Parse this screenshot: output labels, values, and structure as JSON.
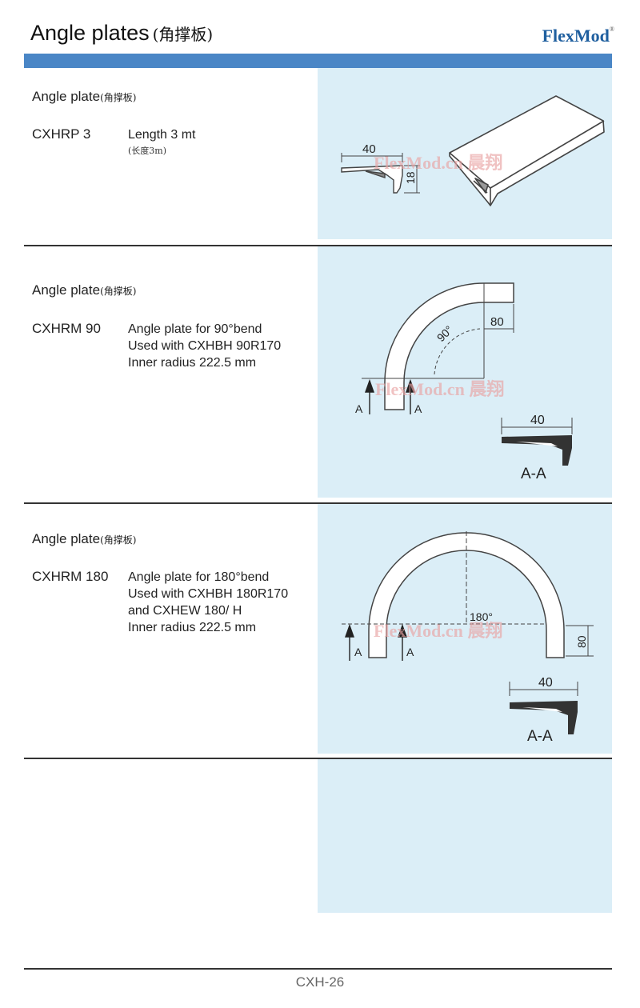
{
  "header": {
    "title": "Angle plates",
    "title_cn": "(角撑板)",
    "brand": "FlexMod",
    "brand_mark": "®",
    "bar_color": "#4a86c6"
  },
  "watermark": "FlexMod.cn 晨翔",
  "sections": [
    {
      "title": "Angle plate",
      "title_cn": "(角撑板)",
      "code": "CXHRP 3",
      "lines": [
        "Length 3 mt"
      ],
      "note": "(长度3m)",
      "drawing": {
        "dim_width": "40",
        "dim_height": "18"
      }
    },
    {
      "title": "Angle plate",
      "title_cn": "(角撑板)",
      "code": "CXHRM 90",
      "lines": [
        "Angle plate for 90°bend",
        "Used with CXHBH 90R170",
        "Inner radius 222.5 mm"
      ],
      "drawing": {
        "angle": "90°",
        "dim_80": "80",
        "section_mark": "A",
        "section_label": "A-A",
        "dim_40": "40"
      }
    },
    {
      "title": "Angle plate",
      "title_cn": "(角撑板)",
      "code": "CXHRM 180",
      "lines": [
        "Angle plate for 180°bend",
        "Used with CXHBH 180R170",
        "and CXHEW 180/ H",
        "Inner radius 222.5 mm"
      ],
      "drawing": {
        "angle": "180°",
        "dim_80": "80",
        "section_mark": "A",
        "section_label": "A-A",
        "dim_40": "40"
      }
    }
  ],
  "panel_color": "#dbeef7",
  "footer": {
    "page": "CXH-26"
  }
}
